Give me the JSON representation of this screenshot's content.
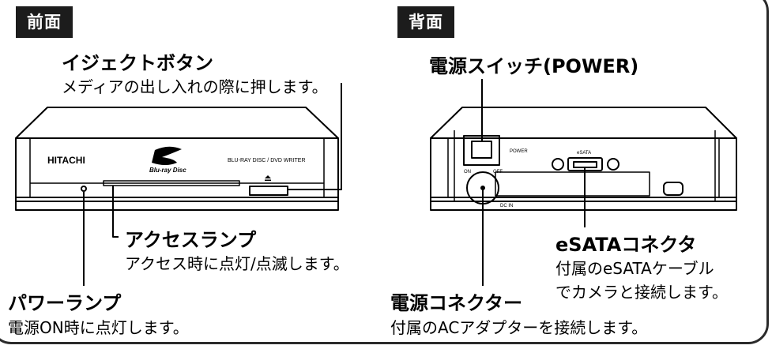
{
  "front": {
    "tag": "前面",
    "device_brand": "HITACHI",
    "device_logo_sub": "Blu-ray Disc",
    "device_type": "BLU-RAY DISC / DVD WRITER",
    "eject": {
      "title": "イジェクトボタン",
      "desc": "メディアの出し入れの際に押します。"
    },
    "access": {
      "title": "アクセスランプ",
      "desc": "アクセス時に点灯/点滅します。"
    },
    "power_lamp": {
      "title": "パワーランプ",
      "desc": "電源ON時に点灯します。"
    }
  },
  "back": {
    "tag": "背面",
    "power_label": "POWER",
    "on_label": "ON",
    "off_label": "OFF",
    "esata_port_label": "eSATA",
    "dcin_label": "DC IN",
    "power_switch": {
      "title": "電源スイッチ(POWER)"
    },
    "esata": {
      "title": "eSATAコネクタ",
      "desc_line1": "付属のeSATAケーブル",
      "desc_line2": "でカメラと接続します。"
    },
    "power_connector": {
      "title": "電源コネクター",
      "desc": "付属のACアダプターを接続します。"
    }
  },
  "icons": [
    "eject-icon",
    "blu-ray-logo-icon"
  ],
  "colors": {
    "tag_bg": "#1c1c1c",
    "tag_text": "#ffffff",
    "line": "#000000",
    "frame": "#2b2b2b"
  }
}
